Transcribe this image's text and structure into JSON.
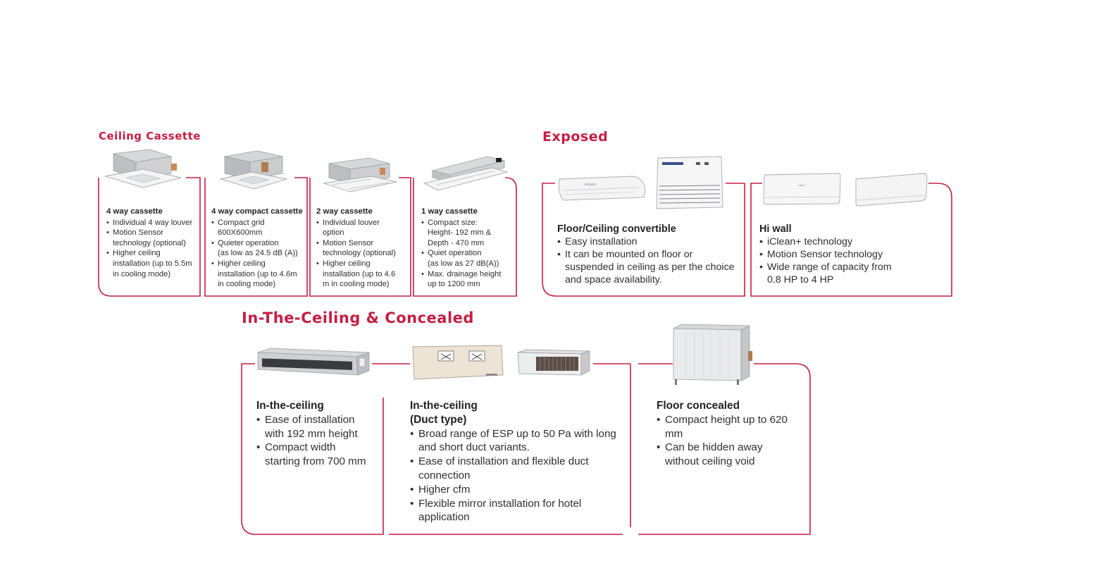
{
  "sections": {
    "ceiling_cassette": {
      "title": "Ceiling Cassette",
      "products": [
        {
          "name": "4 way cassette",
          "features": [
            [
              "Individual 4 way louver"
            ],
            [
              "Motion Sensor",
              "technology (optional)"
            ],
            [
              "Higher ceiling",
              "installation (up to 5.5m",
              "in cooling mode)"
            ]
          ]
        },
        {
          "name": "4 way compact cassette",
          "features": [
            [
              "Compact grid",
              "600X600mm"
            ],
            [
              "Quieter operation",
              "(as low as 24.5 dB (A))"
            ],
            [
              "Higher ceiling",
              "installation (up to 4.6m",
              "in cooling mode)"
            ]
          ]
        },
        {
          "name": "2 way cassette",
          "features": [
            [
              "Individual louver",
              "option"
            ],
            [
              "Motion Sensor",
              "technology (optional)"
            ],
            [
              "Higher ceiling",
              "installation (up to 4.6",
              "m in cooling mode)"
            ]
          ]
        },
        {
          "name": "1 way cassette",
          "features": [
            [
              "Compact size:",
              "Height- 192 mm &",
              "Depth - 470 mm"
            ],
            [
              "Quiet operation",
              "(as low as 27 dB(A))"
            ],
            [
              "Max. drainage height",
              "up to 1200 mm"
            ]
          ]
        }
      ]
    },
    "exposed": {
      "title": "Exposed",
      "products": [
        {
          "name": "Floor/Ceiling convertible",
          "features": [
            [
              "Easy installation"
            ],
            [
              "It can be mounted on floor or",
              "suspended in ceiling as per the choice",
              "and space availability."
            ]
          ]
        },
        {
          "name": "Hi wall",
          "features": [
            [
              "iClean+ technology"
            ],
            [
              "Motion Sensor technology"
            ],
            [
              "Wide range of capacity from",
              "0.8 HP to 4 HP"
            ]
          ]
        }
      ]
    },
    "in_ceiling": {
      "title": "In-The-Ceiling & Concealed",
      "products": [
        {
          "name": "In-the-ceiling",
          "subtitle": "",
          "features": [
            [
              "Ease of installation",
              "with 192 mm height"
            ],
            [
              "Compact width",
              "starting from 700 mm"
            ]
          ]
        },
        {
          "name": "In-the-ceiling",
          "subtitle": "(Duct type)",
          "features": [
            [
              "Broad range of ESP up to 50 Pa with long",
              "and short duct variants."
            ],
            [
              "Ease of installation and flexible duct",
              "connection"
            ],
            [
              "Higher cfm"
            ],
            [
              "Flexible mirror installation for hotel",
              "application"
            ]
          ]
        },
        {
          "name": "Floor concealed",
          "subtitle": "",
          "features": [
            [
              "Compact height up to 620",
              "mm"
            ],
            [
              "Can be hidden away",
              "without ceiling void"
            ]
          ]
        }
      ]
    }
  },
  "colors": {
    "accent": "#c41e44",
    "text": "#2f2f2f",
    "unit_body": "#e9e9ea",
    "unit_shadow": "#a9a9ab"
  }
}
